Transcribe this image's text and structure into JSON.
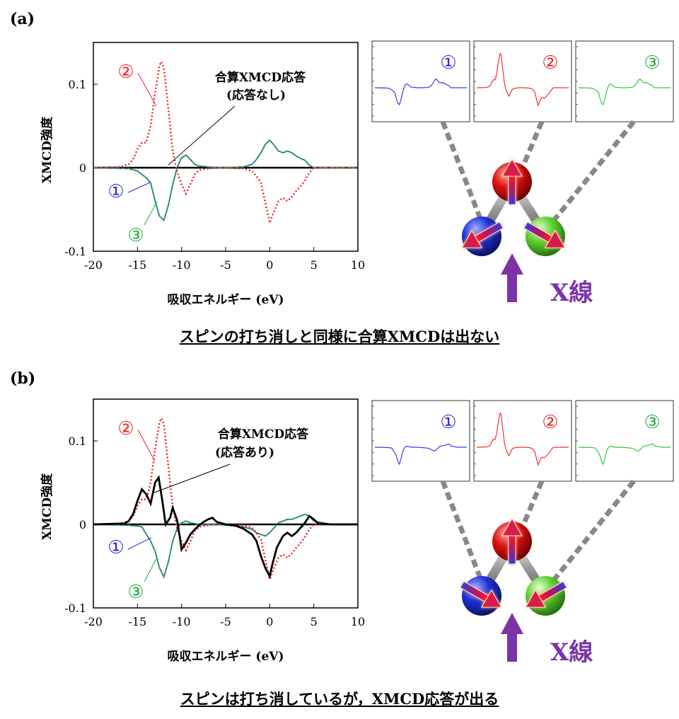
{
  "panels": [
    {
      "label": "(a)",
      "caption": "スピンの打ち消しと同様に合算XMCDは出ない",
      "annotation_line1": "合算XMCD応答",
      "annotation_line2": "(応答なし)",
      "xray_label": "X線",
      "site_labels": [
        "①",
        "②",
        "③"
      ],
      "chart_data": {
        "type": "line",
        "xlabel": "吸収エネルギー (eV)",
        "ylabel": "XMCD強度",
        "xlim": [
          -20,
          10
        ],
        "ylim": [
          -0.1,
          0.15
        ],
        "xticks": [
          -20,
          -15,
          -10,
          -5,
          0,
          5,
          10
        ],
        "yticks": [
          -0.1,
          0,
          0.1
        ],
        "ytick_labels": [
          "-0.1",
          "0",
          "0.1"
        ],
        "series": [
          {
            "name": "①",
            "color": "#2a2ae0",
            "style": "solid",
            "x": [
              -20,
              -16,
              -15,
              -14,
              -13.5,
              -13,
              -12.5,
              -12,
              -11.5,
              -11,
              -10.5,
              -10,
              -9.5,
              -9,
              -8.5,
              -8,
              -7,
              -6,
              -5,
              -3,
              -2,
              -1.5,
              -1,
              -0.5,
              0,
              0.5,
              1,
              1.5,
              2,
              2.5,
              3,
              3.5,
              4,
              4.5,
              5,
              7,
              10
            ],
            "y": [
              0,
              -0.001,
              -0.004,
              -0.012,
              -0.018,
              -0.04,
              -0.058,
              -0.063,
              -0.045,
              -0.02,
              0,
              0.012,
              0.015,
              0.01,
              0.004,
              0.002,
              0.001,
              0,
              0,
              0.001,
              0.004,
              0.01,
              0.018,
              0.028,
              0.033,
              0.027,
              0.02,
              0.018,
              0.02,
              0.018,
              0.014,
              0.011,
              0.009,
              0.003,
              0,
              0,
              0
            ]
          },
          {
            "name": "②",
            "color": "#ee2222",
            "style": "dotted",
            "x": [
              -20,
              -17,
              -16,
              -15.5,
              -15,
              -14.5,
              -14,
              -13.5,
              -13,
              -12.5,
              -12.3,
              -12,
              -11.5,
              -11,
              -10.5,
              -10,
              -9.5,
              -9,
              -8.5,
              -8,
              -7,
              -6,
              -5,
              -3,
              -2,
              -1.5,
              -1,
              -0.5,
              0,
              0.5,
              1,
              1.5,
              2,
              2.5,
              3,
              3.5,
              4,
              4.5,
              5,
              7,
              10
            ],
            "y": [
              0,
              0.001,
              0.004,
              0.01,
              0.022,
              0.03,
              0.03,
              0.05,
              0.09,
              0.122,
              0.127,
              0.12,
              0.07,
              0.02,
              -0.005,
              -0.02,
              -0.031,
              -0.02,
              -0.008,
              -0.003,
              -0.001,
              0,
              0,
              -0.001,
              -0.004,
              -0.01,
              -0.018,
              -0.042,
              -0.066,
              -0.052,
              -0.04,
              -0.036,
              -0.04,
              -0.035,
              -0.028,
              -0.022,
              -0.015,
              -0.006,
              0,
              0,
              0
            ]
          },
          {
            "name": "③",
            "color": "#1fae3a",
            "style": "solid",
            "x": [
              -20,
              -16,
              -15,
              -14,
              -13.5,
              -13,
              -12.5,
              -12,
              -11.5,
              -11,
              -10.5,
              -10,
              -9.5,
              -9,
              -8.5,
              -8,
              -7,
              -6,
              -5,
              -3,
              -2,
              -1.5,
              -1,
              -0.5,
              0,
              0.5,
              1,
              1.5,
              2,
              2.5,
              3,
              3.5,
              4,
              4.5,
              5,
              7,
              10
            ],
            "y": [
              0,
              -0.001,
              -0.004,
              -0.012,
              -0.018,
              -0.04,
              -0.058,
              -0.063,
              -0.045,
              -0.02,
              0,
              0.012,
              0.015,
              0.01,
              0.004,
              0.002,
              0.001,
              0,
              0,
              0.001,
              0.004,
              0.01,
              0.018,
              0.028,
              0.033,
              0.027,
              0.02,
              0.018,
              0.02,
              0.018,
              0.014,
              0.011,
              0.009,
              0.003,
              0,
              0,
              0
            ]
          },
          {
            "name": "合算XMCD応答",
            "color": "#000000",
            "style": "thick",
            "x": [
              -20,
              10
            ],
            "y": [
              0,
              0
            ]
          }
        ]
      }
    },
    {
      "label": "(b)",
      "caption": "スピンは打ち消しているが，XMCD応答が出る",
      "annotation_line1": "合算XMCD応答",
      "annotation_line2": "(応答あり)",
      "xray_label": "X線",
      "site_labels": [
        "①",
        "②",
        "③"
      ],
      "chart_data": {
        "type": "line",
        "xlabel": "吸収エネルギー (eV)",
        "ylabel": "XMCD強度",
        "xlim": [
          -20,
          10
        ],
        "ylim": [
          -0.1,
          0.15
        ],
        "xticks": [
          -20,
          -15,
          -10,
          -5,
          0,
          5,
          10
        ],
        "yticks": [
          -0.1,
          0,
          0.1
        ],
        "ytick_labels": [
          "-0.1",
          "0",
          "0.1"
        ],
        "series": [
          {
            "name": "①",
            "color": "#2a2ae0",
            "style": "solid",
            "x": [
              -20,
              -16,
              -15,
              -14.5,
              -14,
              -13.5,
              -13,
              -12.5,
              -12,
              -11.5,
              -11,
              -10.5,
              -10,
              -9.5,
              -9,
              -8.5,
              -8,
              -7,
              -6,
              -5,
              -3,
              -2,
              -1.5,
              -1,
              -0.5,
              0,
              0.5,
              1,
              1.5,
              2,
              2.5,
              3,
              3.5,
              4,
              4.5,
              5,
              7,
              10
            ],
            "y": [
              0,
              -0.001,
              -0.002,
              -0.003,
              -0.012,
              -0.02,
              -0.032,
              -0.052,
              -0.063,
              -0.045,
              -0.02,
              -0.005,
              0.002,
              0.004,
              0.002,
              0.001,
              0,
              0,
              0,
              -0.001,
              -0.003,
              -0.006,
              -0.01,
              -0.012,
              -0.014,
              -0.01,
              -0.004,
              0.002,
              0.004,
              0.006,
              0.006,
              0.008,
              0.01,
              0.012,
              0.01,
              0.004,
              0,
              0
            ]
          },
          {
            "name": "②",
            "color": "#ee2222",
            "style": "dotted",
            "x": [
              -20,
              -17,
              -16,
              -15.5,
              -15,
              -14.5,
              -14,
              -13.5,
              -13,
              -12.5,
              -12.3,
              -12,
              -11.5,
              -11,
              -10.5,
              -10,
              -9.5,
              -9,
              -8.5,
              -8,
              -7,
              -6,
              -5,
              -3,
              -2,
              -1.5,
              -1,
              -0.5,
              0,
              0.5,
              1,
              1.5,
              2,
              2.5,
              3,
              3.5,
              4,
              4.5,
              5,
              7,
              10
            ],
            "y": [
              0,
              0.001,
              0.004,
              0.01,
              0.022,
              0.03,
              0.03,
              0.05,
              0.09,
              0.122,
              0.127,
              0.12,
              0.07,
              0.02,
              -0.005,
              -0.02,
              -0.031,
              -0.02,
              -0.008,
              -0.003,
              -0.001,
              0,
              0,
              -0.001,
              -0.004,
              -0.01,
              -0.018,
              -0.042,
              -0.066,
              -0.052,
              -0.04,
              -0.036,
              -0.04,
              -0.035,
              -0.028,
              -0.022,
              -0.015,
              -0.006,
              0,
              0,
              0
            ]
          },
          {
            "name": "③",
            "color": "#1fae3a",
            "style": "solid",
            "x": [
              -20,
              -16,
              -15,
              -14.5,
              -14,
              -13.5,
              -13,
              -12.5,
              -12,
              -11.5,
              -11,
              -10.5,
              -10,
              -9.5,
              -9,
              -8.5,
              -8,
              -7,
              -6,
              -5,
              -3,
              -2,
              -1.5,
              -1,
              -0.5,
              0,
              0.5,
              1,
              1.5,
              2,
              2.5,
              3,
              3.5,
              4,
              4.5,
              5,
              7,
              10
            ],
            "y": [
              0,
              -0.001,
              -0.002,
              -0.003,
              -0.012,
              -0.02,
              -0.032,
              -0.052,
              -0.063,
              -0.045,
              -0.02,
              -0.005,
              0.002,
              0.004,
              0.002,
              0.001,
              0,
              0,
              0,
              -0.001,
              -0.003,
              -0.006,
              -0.01,
              -0.012,
              -0.014,
              -0.01,
              -0.004,
              0.002,
              0.004,
              0.006,
              0.006,
              0.008,
              0.01,
              0.012,
              0.01,
              0.004,
              0,
              0
            ]
          },
          {
            "name": "合算XMCD応答",
            "color": "#000000",
            "style": "thick",
            "x": [
              -20,
              -16.5,
              -16,
              -15.5,
              -15,
              -14.5,
              -14,
              -13.5,
              -13,
              -12.6,
              -12.2,
              -11.8,
              -11.3,
              -11,
              -10.5,
              -10.2,
              -10,
              -9.5,
              -9,
              -8.5,
              -8,
              -7.5,
              -7,
              -6.5,
              -6,
              -5,
              -4,
              -3,
              -2,
              -1.5,
              -1,
              -0.5,
              0,
              0.3,
              0.8,
              1.5,
              2,
              2.5,
              3,
              3.5,
              4,
              4.5,
              5,
              5.5,
              7,
              10
            ],
            "y": [
              0,
              0.001,
              0.004,
              0.012,
              0.028,
              0.042,
              0.036,
              0.025,
              0.05,
              0.056,
              0.03,
              0,
              0.008,
              0.02,
              0.005,
              -0.015,
              -0.03,
              -0.022,
              -0.012,
              -0.006,
              -0.001,
              0.003,
              0.006,
              0.008,
              0.003,
              0,
              -0.001,
              -0.005,
              -0.012,
              -0.02,
              -0.038,
              -0.052,
              -0.062,
              -0.048,
              -0.028,
              -0.014,
              -0.01,
              -0.014,
              -0.01,
              -0.004,
              0.002,
              0.01,
              0.006,
              0.001,
              0,
              0
            ]
          }
        ]
      }
    }
  ]
}
